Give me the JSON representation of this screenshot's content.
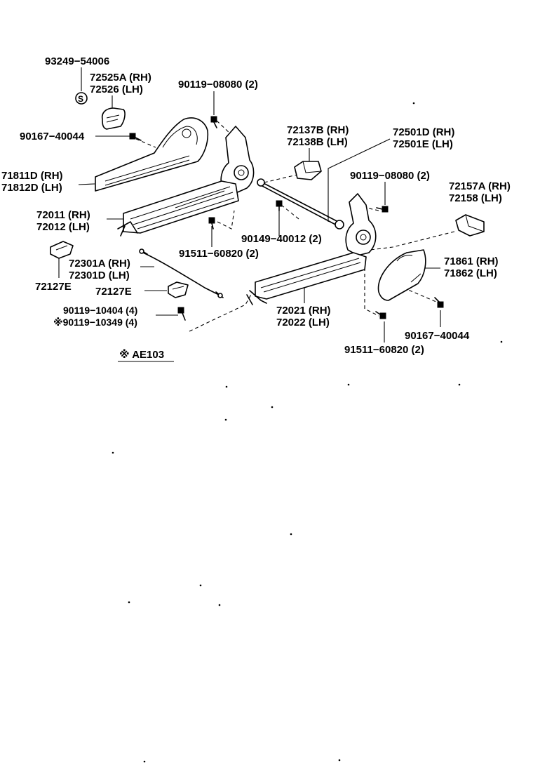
{
  "diagram": {
    "labels": {
      "p93249": "93249−54006",
      "p72525A": "72525A (RH)",
      "p72526": "72526   (LH)",
      "p90119_top": "90119−08080 (2)",
      "p90167_left": "90167−40044",
      "p72137B": "72137B (RH)",
      "p72138B": "72138B (LH)",
      "p72501D": "72501D (RH)",
      "p72501E": "72501E (LH)",
      "p71811D": "71811D (RH)",
      "p71812D": "71812D (LH)",
      "p90119_right": "90119−08080 (2)",
      "p72157A": "72157A (RH)",
      "p72158": "72158   (LH)",
      "p72011": "72011 (RH)",
      "p72012": "72012 (LH)",
      "p90149": "90149−40012 (2)",
      "p91511_mid": "91511−60820 (2)",
      "p71861": "71861 (RH)",
      "p71862": "71862 (LH)",
      "p72301A": "72301A (RH)",
      "p72301D": "72301D (LH)",
      "p72127E_left": "72127E",
      "p72127E_mid": "72127E",
      "p72021": "72021 (RH)",
      "p72022": "72022 (LH)",
      "p90119_10404": "90119−10404 (4)",
      "p90119_10349": "※90119−10349 (4)",
      "p90167_right": "90167−40044",
      "p91511_bottom": "91511−60820 (2)",
      "note": "※ AE103"
    },
    "symbols": {
      "s_mark": "S"
    },
    "icons": {
      "bolt": "bolt-icon",
      "screw": "screw-icon"
    },
    "colors": {
      "ink": "#000000",
      "paper": "#ffffff"
    }
  }
}
